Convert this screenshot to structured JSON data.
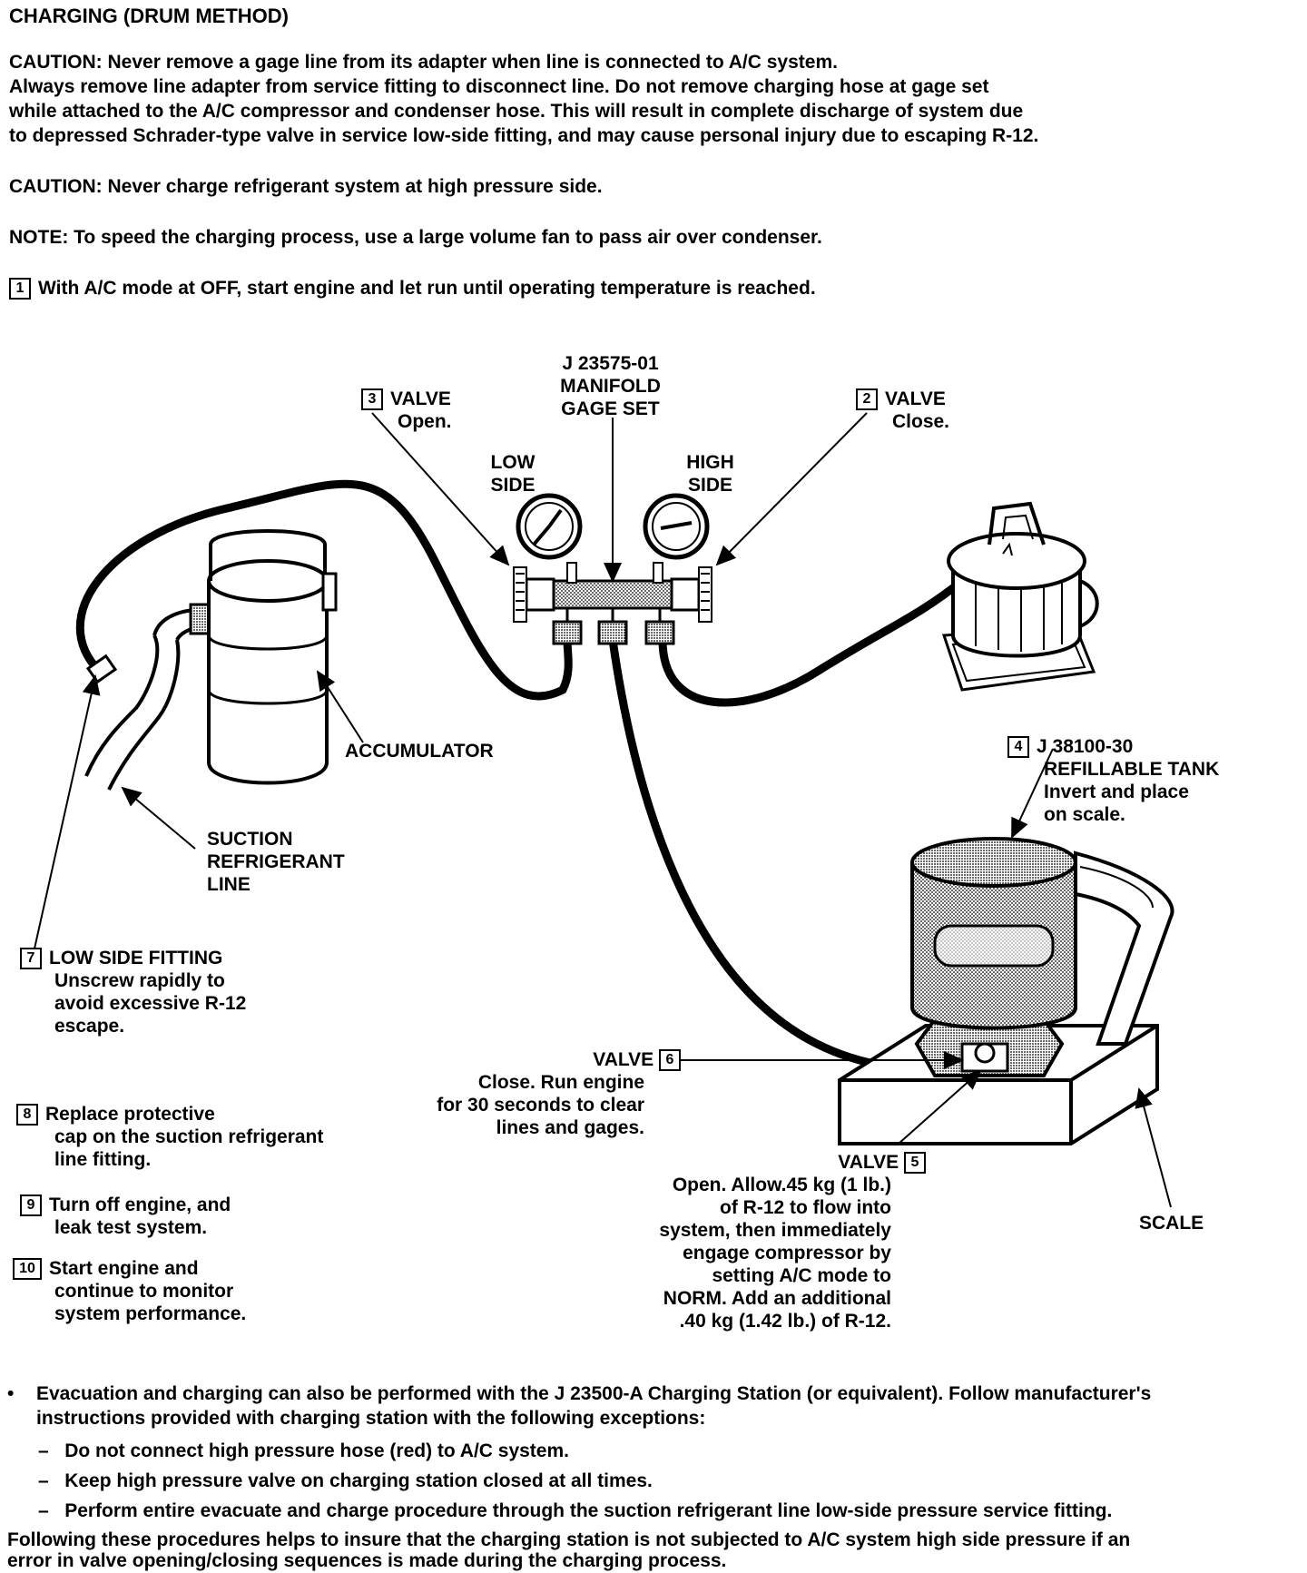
{
  "heading": "CHARGING (DRUM METHOD)",
  "caution1": [
    "CAUTION: Never remove a gage line from its adapter when line is connected to A/C system.",
    "Always remove line adapter from service fitting to disconnect line. Do not remove charging hose at gage set",
    "while attached to the A/C compressor and condenser hose. This will result in complete discharge of system due",
    "to depressed Schrader-type valve in service low-side fitting, and may cause personal injury due to escaping R-12."
  ],
  "caution2": "CAUTION: Never charge refrigerant system at high pressure side.",
  "note": "NOTE: To speed the charging process, use a large volume fan to pass air over condenser.",
  "step1": {
    "num": "1",
    "text": "With A/C mode at OFF, start engine and let run until operating temperature is reached."
  },
  "diagram": {
    "manifold": [
      "J 23575-01",
      "MANIFOLD",
      "GAGE SET"
    ],
    "valve3": {
      "num": "3",
      "title": "VALVE",
      "text": "Open."
    },
    "valve2": {
      "num": "2",
      "title": "VALVE",
      "text": "Close."
    },
    "low_side": [
      "LOW",
      "SIDE"
    ],
    "high_side": [
      "HIGH",
      "SIDE"
    ],
    "accumulator": "ACCUMULATOR",
    "suction": [
      "SUCTION",
      "REFRIGERANT",
      "LINE"
    ],
    "tank": {
      "num": "4",
      "lines": [
        "J 38100-30",
        "REFILLABLE TANK",
        "Invert and place",
        "on scale."
      ]
    },
    "low_fitting": {
      "num": "7",
      "lines": [
        "LOW SIDE FITTING",
        "Unscrew rapidly to",
        "avoid excessive R-12",
        "escape."
      ]
    },
    "valve6": {
      "num": "6",
      "title": "VALVE",
      "lines": [
        "Close. Run engine",
        "for 30 seconds to clear",
        "lines and gages."
      ]
    },
    "step8": {
      "num": "8",
      "lines": [
        "Replace protective",
        "cap on the suction refrigerant",
        "line fitting."
      ]
    },
    "valve5": {
      "num": "5",
      "title": "VALVE",
      "lines": [
        "Open. Allow.45 kg (1 lb.)",
        "of R-12 to flow into",
        "system, then immediately",
        "engage compressor by",
        "setting A/C mode to",
        "NORM. Add an additional",
        ".40 kg (1.42 lb.) of R-12."
      ]
    },
    "step9": {
      "num": "9",
      "lines": [
        "Turn off engine, and",
        "leak test system."
      ]
    },
    "step10": {
      "num": "10",
      "lines": [
        "Start engine and",
        "continue to monitor",
        "system performance."
      ]
    },
    "scale": "SCALE"
  },
  "bullet": {
    "symbol": "•",
    "lines": [
      "Evacuation and charging can also be performed with the J 23500-A Charging Station (or equivalent). Follow manufacturer's",
      "instructions provided with charging station with the following exceptions:"
    ],
    "dashes": [
      "Do not connect high pressure hose (red) to A/C system.",
      "Keep high pressure valve on charging station closed at all times.",
      "Perform entire evacuate and charge procedure through the suction refrigerant line low-side pressure service fitting."
    ]
  },
  "footer": [
    "Following these procedures helps to insure that the charging station is not subjected to A/C system high side pressure if an",
    "error in valve opening/closing sequences is made during the charging process."
  ]
}
